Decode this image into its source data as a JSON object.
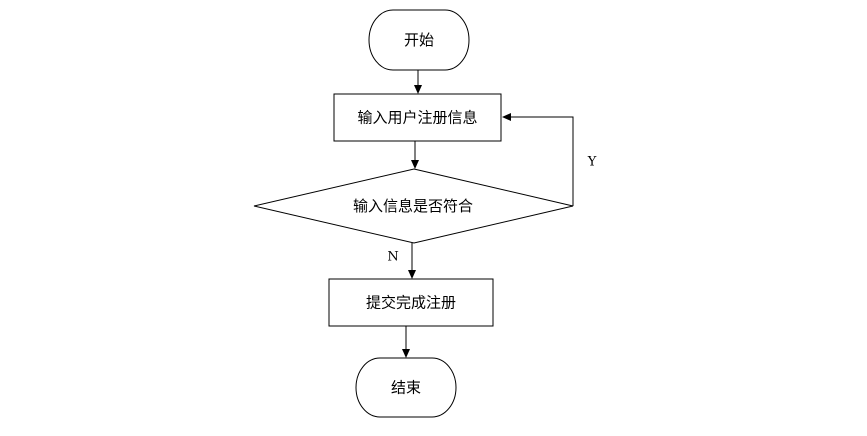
{
  "nodes": {
    "start": {
      "label": "开始",
      "shape": "terminal"
    },
    "input_info": {
      "label": "输入用户注册信息",
      "shape": "process"
    },
    "check_info": {
      "label": "输入信息是否符合",
      "shape": "decision"
    },
    "submit": {
      "label": "提交完成注册",
      "shape": "process"
    },
    "end": {
      "label": "结束",
      "shape": "terminal"
    }
  },
  "edges": [
    {
      "from": "start",
      "to": "input_info",
      "label": ""
    },
    {
      "from": "input_info",
      "to": "check_info",
      "label": ""
    },
    {
      "from": "check_info",
      "to": "input_info",
      "label": "Y"
    },
    {
      "from": "check_info",
      "to": "submit",
      "label": "N"
    },
    {
      "from": "submit",
      "to": "end",
      "label": ""
    }
  ],
  "edge_labels": {
    "yes": "Y",
    "no": "N"
  },
  "colors": {
    "stroke": "#000000",
    "fill": "#ffffff",
    "text": "#000000"
  }
}
